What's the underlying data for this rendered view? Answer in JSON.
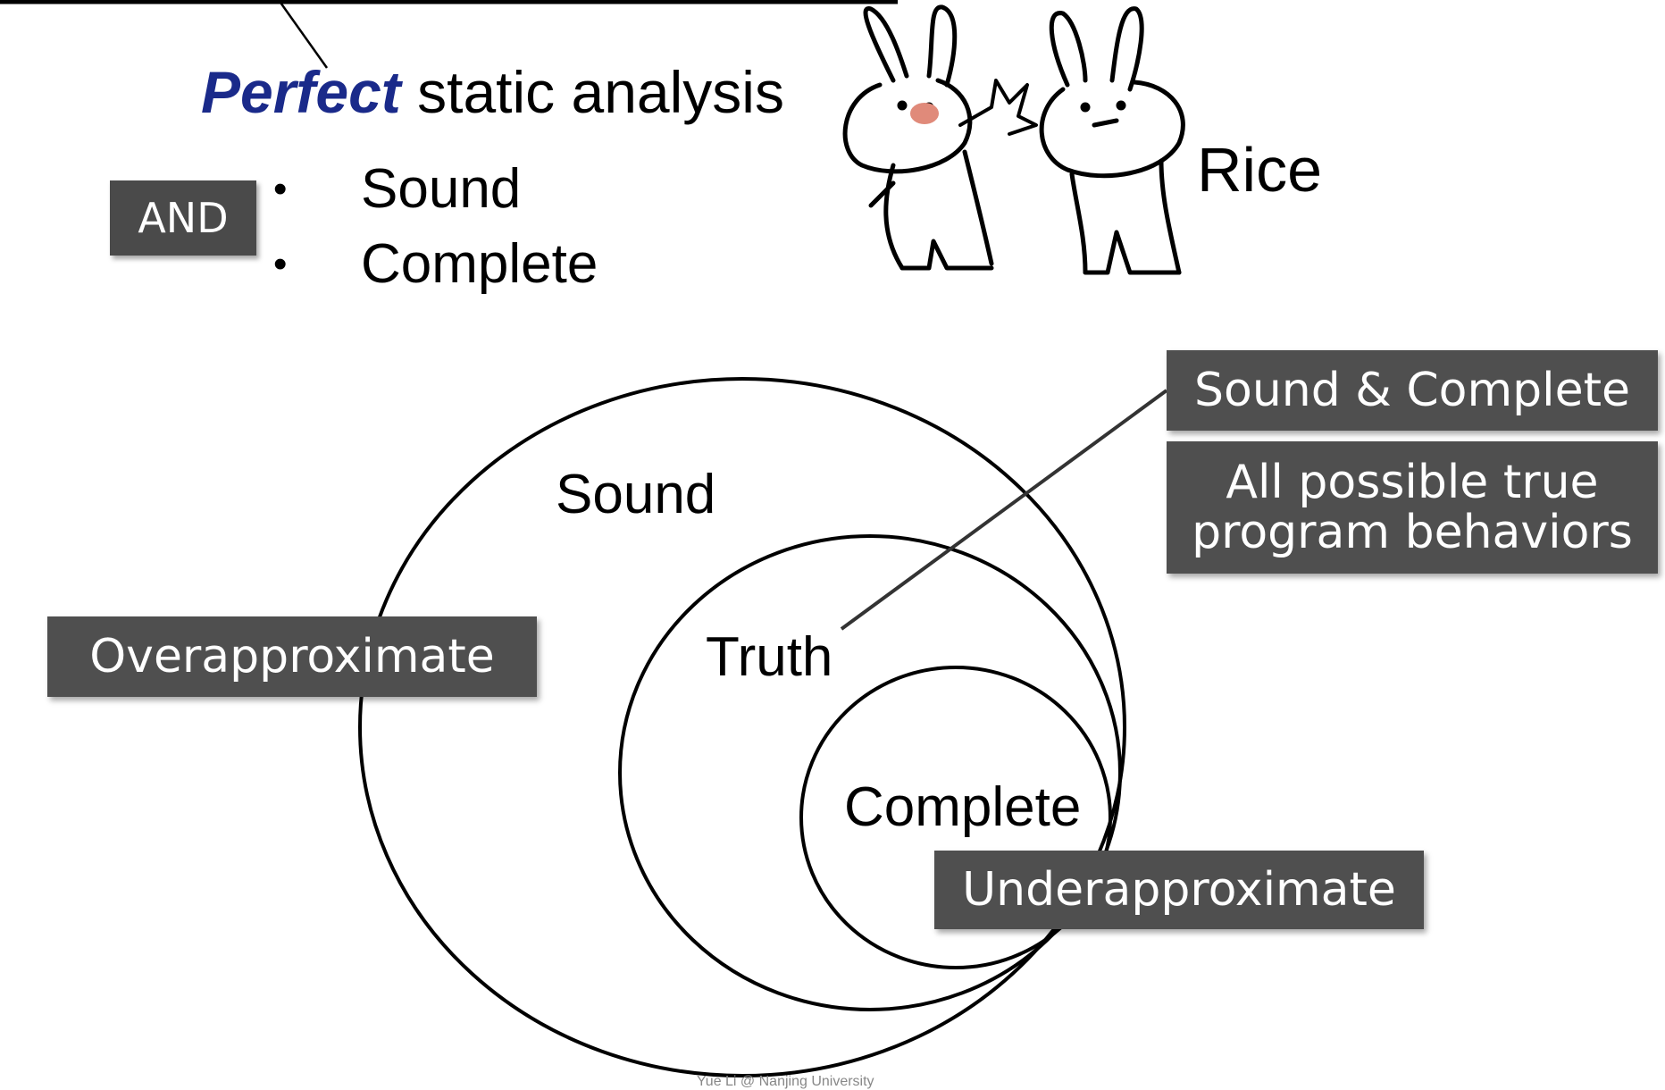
{
  "header": {
    "perfect_word": "Perfect",
    "rest": " static analysis"
  },
  "and_label": "AND",
  "bullets": [
    "Sound",
    "Complete"
  ],
  "bullet_symbol": "•",
  "rice_label": "Rice",
  "diagram": {
    "sound_label": "Sound",
    "truth_label": "Truth",
    "complete_label": "Complete"
  },
  "callouts": {
    "sound_complete": "Sound & Complete",
    "all_possible_line1": "All possible true",
    "all_possible_line2": "program behaviors",
    "overapproximate": "Overapproximate",
    "underapproximate": "Underapproximate"
  },
  "footer": "Yue Li @ Nanjing University",
  "colors": {
    "perfect_blue": "#1a2a8a",
    "box_gray": "#4f4f4f"
  }
}
